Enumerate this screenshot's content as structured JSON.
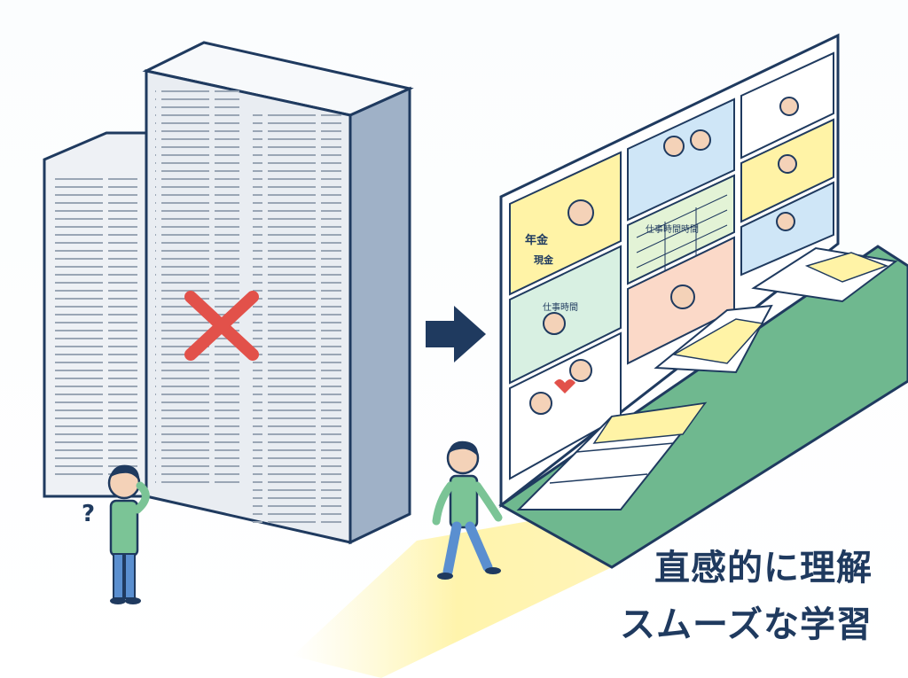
{
  "tagline": {
    "line1": "直感的に理解",
    "line2": "スムーズな学習"
  },
  "manga_labels": {
    "pension": "年金",
    "cash": "現金",
    "work_hours": "仕事時間",
    "schedule_title": "仕事時間時間"
  },
  "icons": {
    "confused": "?",
    "reject": "red-x-icon",
    "arrow": "arrow-right-icon"
  },
  "colors": {
    "navy": "#1f3a5f",
    "green": "#6fb88f",
    "yellow": "#f7ec7a",
    "red": "#e2514a",
    "document_gray": "#e9edf2"
  }
}
